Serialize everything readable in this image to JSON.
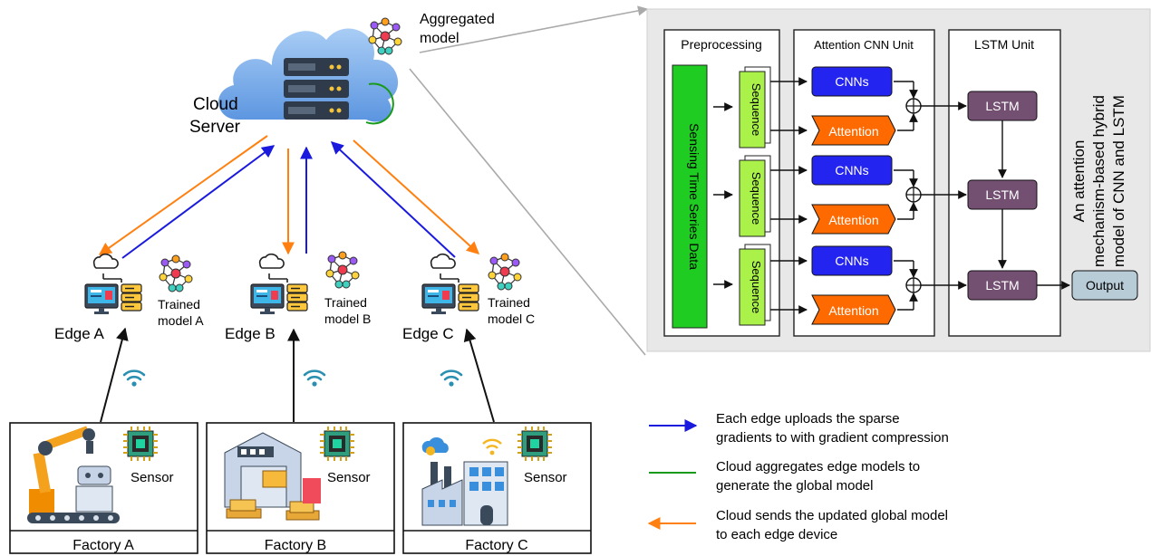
{
  "cloud": {
    "label_line1": "Cloud",
    "label_line2": "Server",
    "aggregated_line1": "Aggregated",
    "aggregated_line2": "model"
  },
  "edges": [
    {
      "name": "Edge A",
      "model_line1": "Trained",
      "model_line2": "model A"
    },
    {
      "name": "Edge B",
      "model_line1": "Trained",
      "model_line2": "model B"
    },
    {
      "name": "Edge C",
      "model_line1": "Trained",
      "model_line2": "model C"
    }
  ],
  "factories": [
    {
      "name": "Factory A",
      "sensor": "Sensor"
    },
    {
      "name": "Factory B",
      "sensor": "Sensor"
    },
    {
      "name": "Factory C",
      "sensor": "Sensor"
    }
  ],
  "model_panel": {
    "preprocessing_title": "Preprocessing",
    "attention_cnn_title": "Attention CNN Unit",
    "lstm_title": "LSTM Unit",
    "input_label": "Sensing Time Series Data",
    "sequence_label": "Sequence",
    "cnn_label": "CNNs",
    "attention_label": "Attention",
    "lstm_label": "LSTM",
    "output_label": "Output",
    "side_line1": "An attention",
    "side_line2": "mechanism-based hybrid",
    "side_line3": "model of CNN and LSTM"
  },
  "legend": [
    {
      "arrow_color": "#1a1adf",
      "line1": "Each edge uploads the sparse",
      "line2": "gradients to with gradient compression"
    },
    {
      "arrow_color": "#1a9a1a",
      "line1": "Cloud aggregates edge models to",
      "line2": "generate the global model"
    },
    {
      "arrow_color": "#ff8010",
      "line1": "Cloud sends the updated global model",
      "line2": "to each edge device"
    }
  ],
  "colors": {
    "upload": "#1a1adf",
    "aggregate": "#1a9a1a",
    "download": "#ff8010",
    "panel_bg": "#e8e8e8",
    "input_bar": "#1fcc22",
    "sequence": "#aaf24a",
    "cnn": "#2424f0",
    "attention": "#ff6a00",
    "lstm": "#735072",
    "output": "#b8ccd8"
  }
}
